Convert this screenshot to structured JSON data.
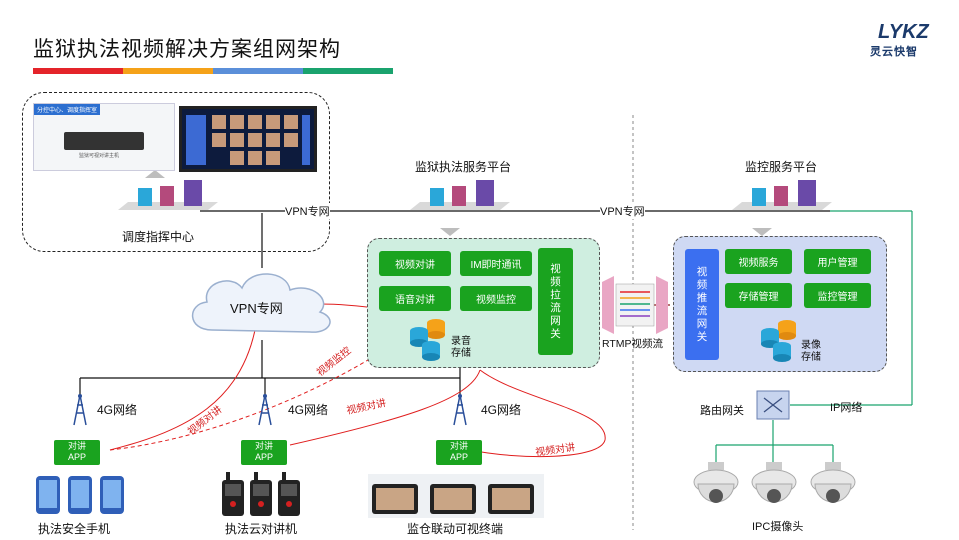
{
  "title": "监狱执法视频解决方案组网架构",
  "logo": {
    "mark": "LYKZ",
    "text": "灵云快智"
  },
  "colors": {
    "red": "#e4242a",
    "orange": "#f5a219",
    "blue": "#5b8fd9",
    "green": "#1aa36e",
    "btn_green": "#1aa31f",
    "btn_blue": "#3b6ff0"
  },
  "command_center": {
    "label": "调度指挥中心",
    "screen_caption": "分控中心、调度指挥室",
    "console_caption": "监狱可视对讲主机"
  },
  "prison_platform": {
    "label": "监狱执法服务平台",
    "buttons": [
      "视频对讲",
      "IM即时通讯",
      "语音对讲",
      "视频监控"
    ],
    "gateway": "视频拉流网关",
    "storage": "录音存储"
  },
  "monitor_platform": {
    "label": "监控服务平台",
    "gateway": "视频推流网关",
    "buttons": [
      "视频服务",
      "用户管理",
      "存储管理",
      "监控管理"
    ],
    "storage": "录像存储"
  },
  "vpn_link_1": "VPN专网",
  "vpn_link_2": "VPN专网",
  "vpn_cloud": "VPN专网",
  "rtmp": "RTMP视频流",
  "router": "路由网关",
  "ip_network": "IP网络",
  "camera_label": "IPC摄像头",
  "net_4g": [
    "4G网络",
    "4G网络",
    "4G网络"
  ],
  "app": "对讲\nAPP",
  "terminals": [
    "执法安全手机",
    "执法云对讲机",
    "监仓联动可视终端"
  ],
  "red_labels": [
    "视频监控",
    "视频对讲",
    "视频对讲",
    "视频对讲"
  ]
}
